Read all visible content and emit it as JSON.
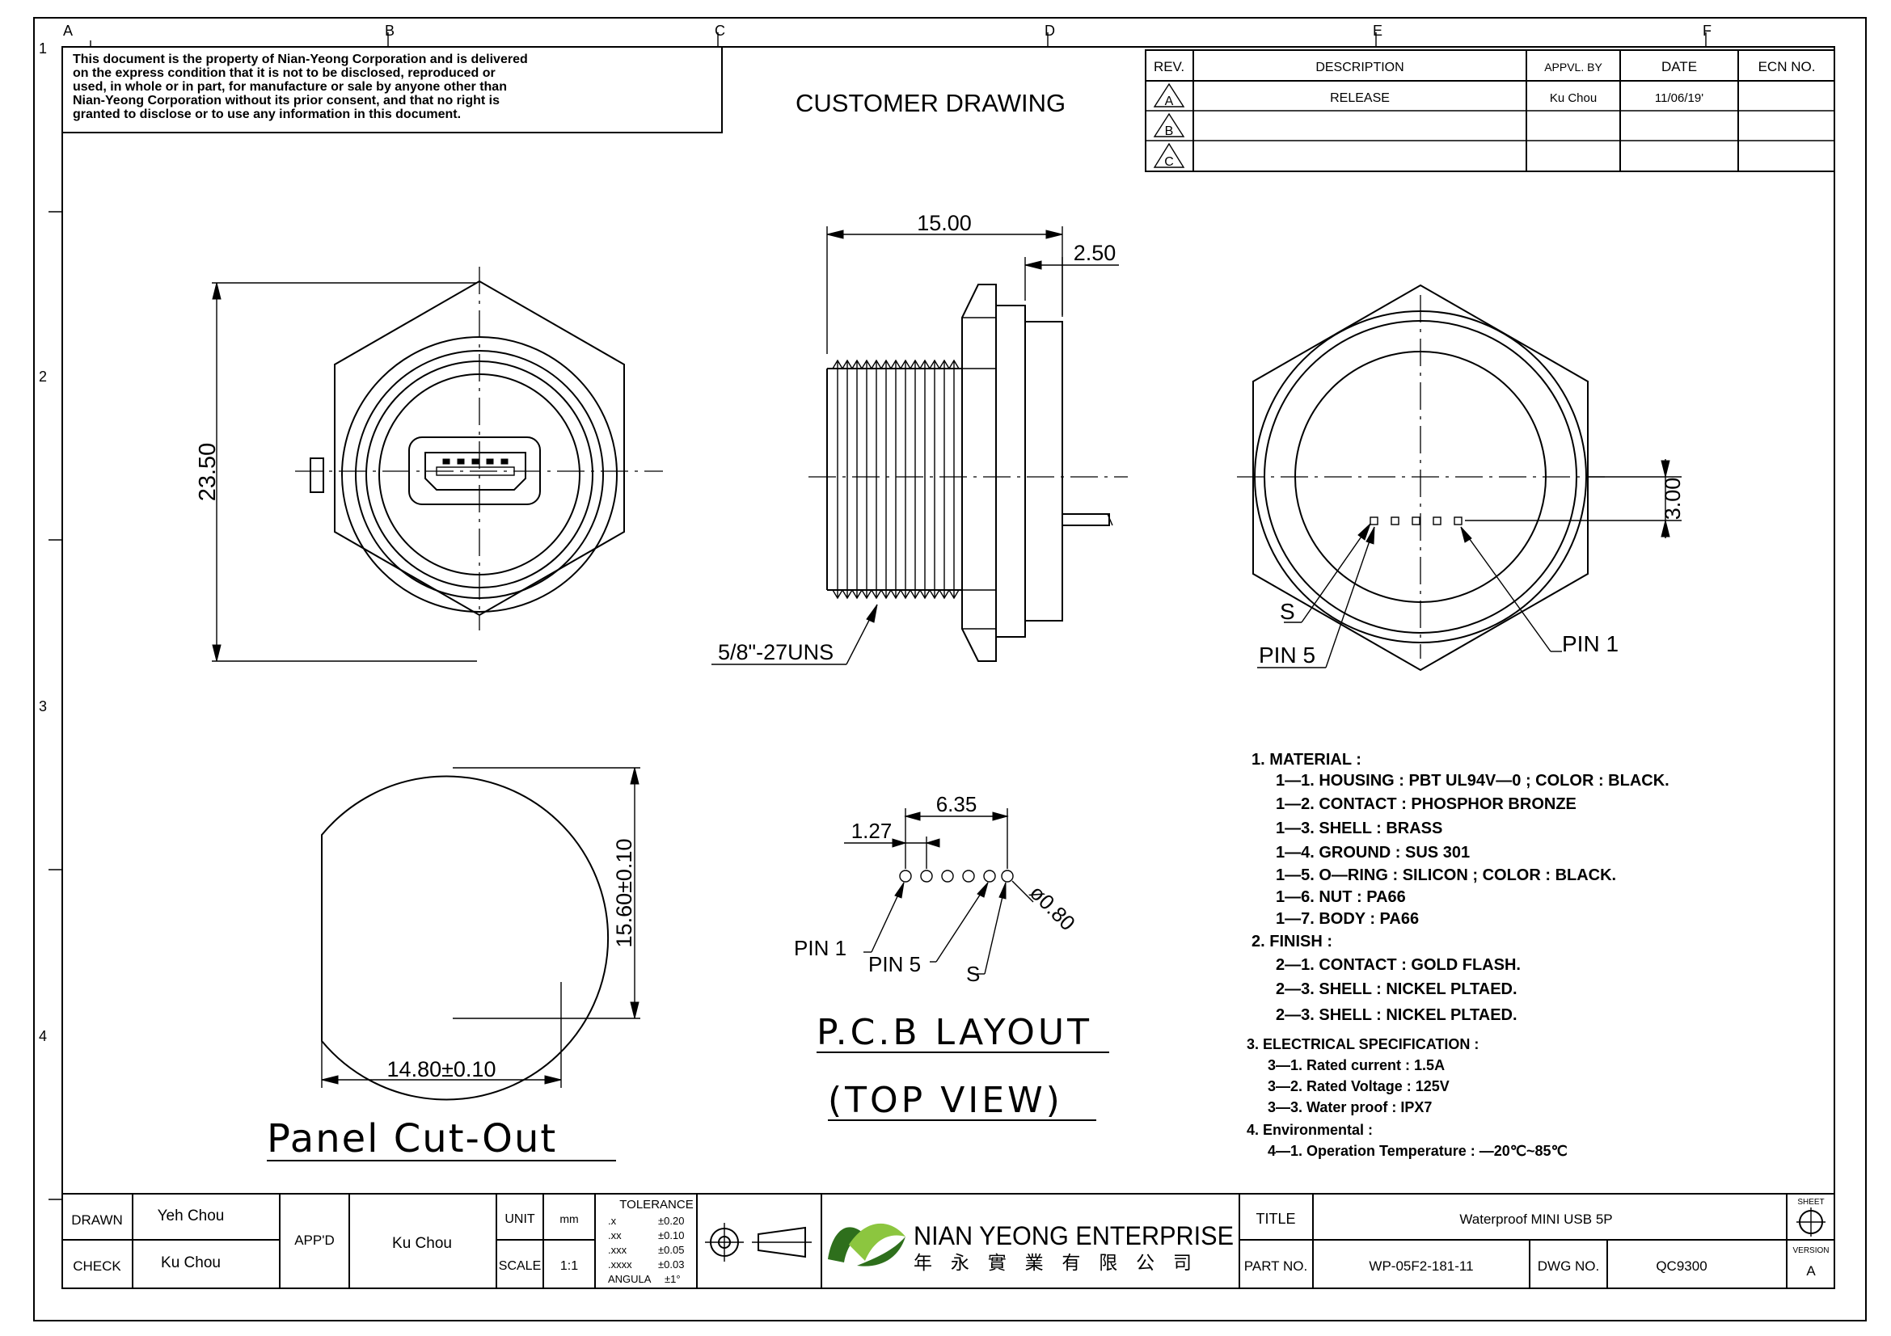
{
  "frame": {
    "columns": [
      "A",
      "B",
      "C",
      "D",
      "E",
      "F"
    ],
    "rows": [
      "1",
      "2",
      "3",
      "4"
    ]
  },
  "notice": [
    "This document is the property of Nian-Yeong Corporation and is delivered",
    "on  the  express condition that it is not to be disclosed, reproduced or",
    "used, in whole or in part, for manufacture or sale by anyone other than",
    "Nian-Yeong Corporation without  its prior consent, and that  no right  is",
    "granted to disclose or to use any information in this  document."
  ],
  "customer_drawing": "CUSTOMER DRAWING",
  "revision": {
    "headers": [
      "REV.",
      "DESCRIPTION",
      "APPVL. BY",
      "DATE",
      "ECN NO."
    ],
    "rows": [
      {
        "rev": "A",
        "description": "RELEASE",
        "approved": "Ku Chou",
        "date": "11/06/19'",
        "ecn": ""
      },
      {
        "rev": "B",
        "description": "",
        "approved": "",
        "date": "",
        "ecn": ""
      },
      {
        "rev": "C",
        "description": "",
        "approved": "",
        "date": "",
        "ecn": ""
      }
    ]
  },
  "dims": {
    "front_height": "23.50",
    "side_length": "15.00",
    "side_flange": "2.50",
    "thread": "5/8\"-27UNS",
    "rear_offset": "3.00",
    "pin_s": "S",
    "pin_5": "PIN 5",
    "pin_1": "PIN 1",
    "cutout_height": "15.60±0.10",
    "cutout_width": "14.80±0.10",
    "pcb_span": "6.35",
    "pcb_pitch": "1.27",
    "pcb_hole": "ø0.80"
  },
  "labels": {
    "panel_cutout": "Panel Cut-Out",
    "pcb_layout": "P.C.B LAYOUT",
    "top_view": "(TOP VIEW)"
  },
  "notes": [
    "1.  MATERIAL :",
    "1—1.  HOUSING  :  PBT  UL94V—0  ;  COLOR  :  BLACK.",
    "1—2.  CONTACT  :  PHOSPHOR  BRONZE",
    "1—3.  SHELL  :  BRASS",
    "1—4.  GROUND  :  SUS  301",
    "1—5.  O—RING  :  SILICON  ;  COLOR  :  BLACK.",
    "1—6.  NUT  :  PA66",
    "1—7.  BODY  :  PA66",
    "2.  FINISH  :",
    "2—1.  CONTACT  :  GOLD  FLASH.",
    "2—3.  SHELL  :  NICKEL  PLTAED.",
    "2—3.  SHELL  :  NICKEL  PLTAED.",
    "3.  ELECTRICAL  SPECIFICATION  :",
    "3—1.  Rated  current  :  1.5A",
    "3—2.  Rated  Voltage  :  125V",
    "3—3.  Water  proof  :  IPX7",
    "4.  Environmental  :",
    "4—1.  Operation  Temperature  :  —20℃~85℃"
  ],
  "title_block": {
    "drawn_label": "DRAWN",
    "drawn_value": "Yeh Chou",
    "check_label": "CHECK",
    "check_value": "Ku Chou",
    "appd_label": "APP'D",
    "appd_value": "Ku Chou",
    "unit_label": "UNIT",
    "unit_value": "mm",
    "scale_label": "SCALE",
    "scale_value": "1:1",
    "tolerance_title": "TOLERANCE",
    "tolerance_rows": [
      [
        ".x",
        "±0.20"
      ],
      [
        ".xx",
        "±0.10"
      ],
      [
        ".xxx",
        "±0.05"
      ],
      [
        ".xxxx",
        "±0.03"
      ],
      [
        "ANGULA",
        "±1°"
      ]
    ],
    "company_en": "NIAN YEONG ENTERPRISE",
    "company_cn": "年 永 實 業 有 限 公 司",
    "title_label": "TITLE",
    "title_value": "Waterproof MINI USB 5P",
    "part_label": "PART NO.",
    "part_value": "WP-05F2-181-11",
    "dwg_label": "DWG NO.",
    "dwg_value": "QC9300",
    "sheet_label": "SHEET",
    "version_label": "VERSION",
    "version_value": "A"
  },
  "colors": {
    "logo_dark": "#2e6f1c",
    "logo_light": "#8cc63f"
  }
}
